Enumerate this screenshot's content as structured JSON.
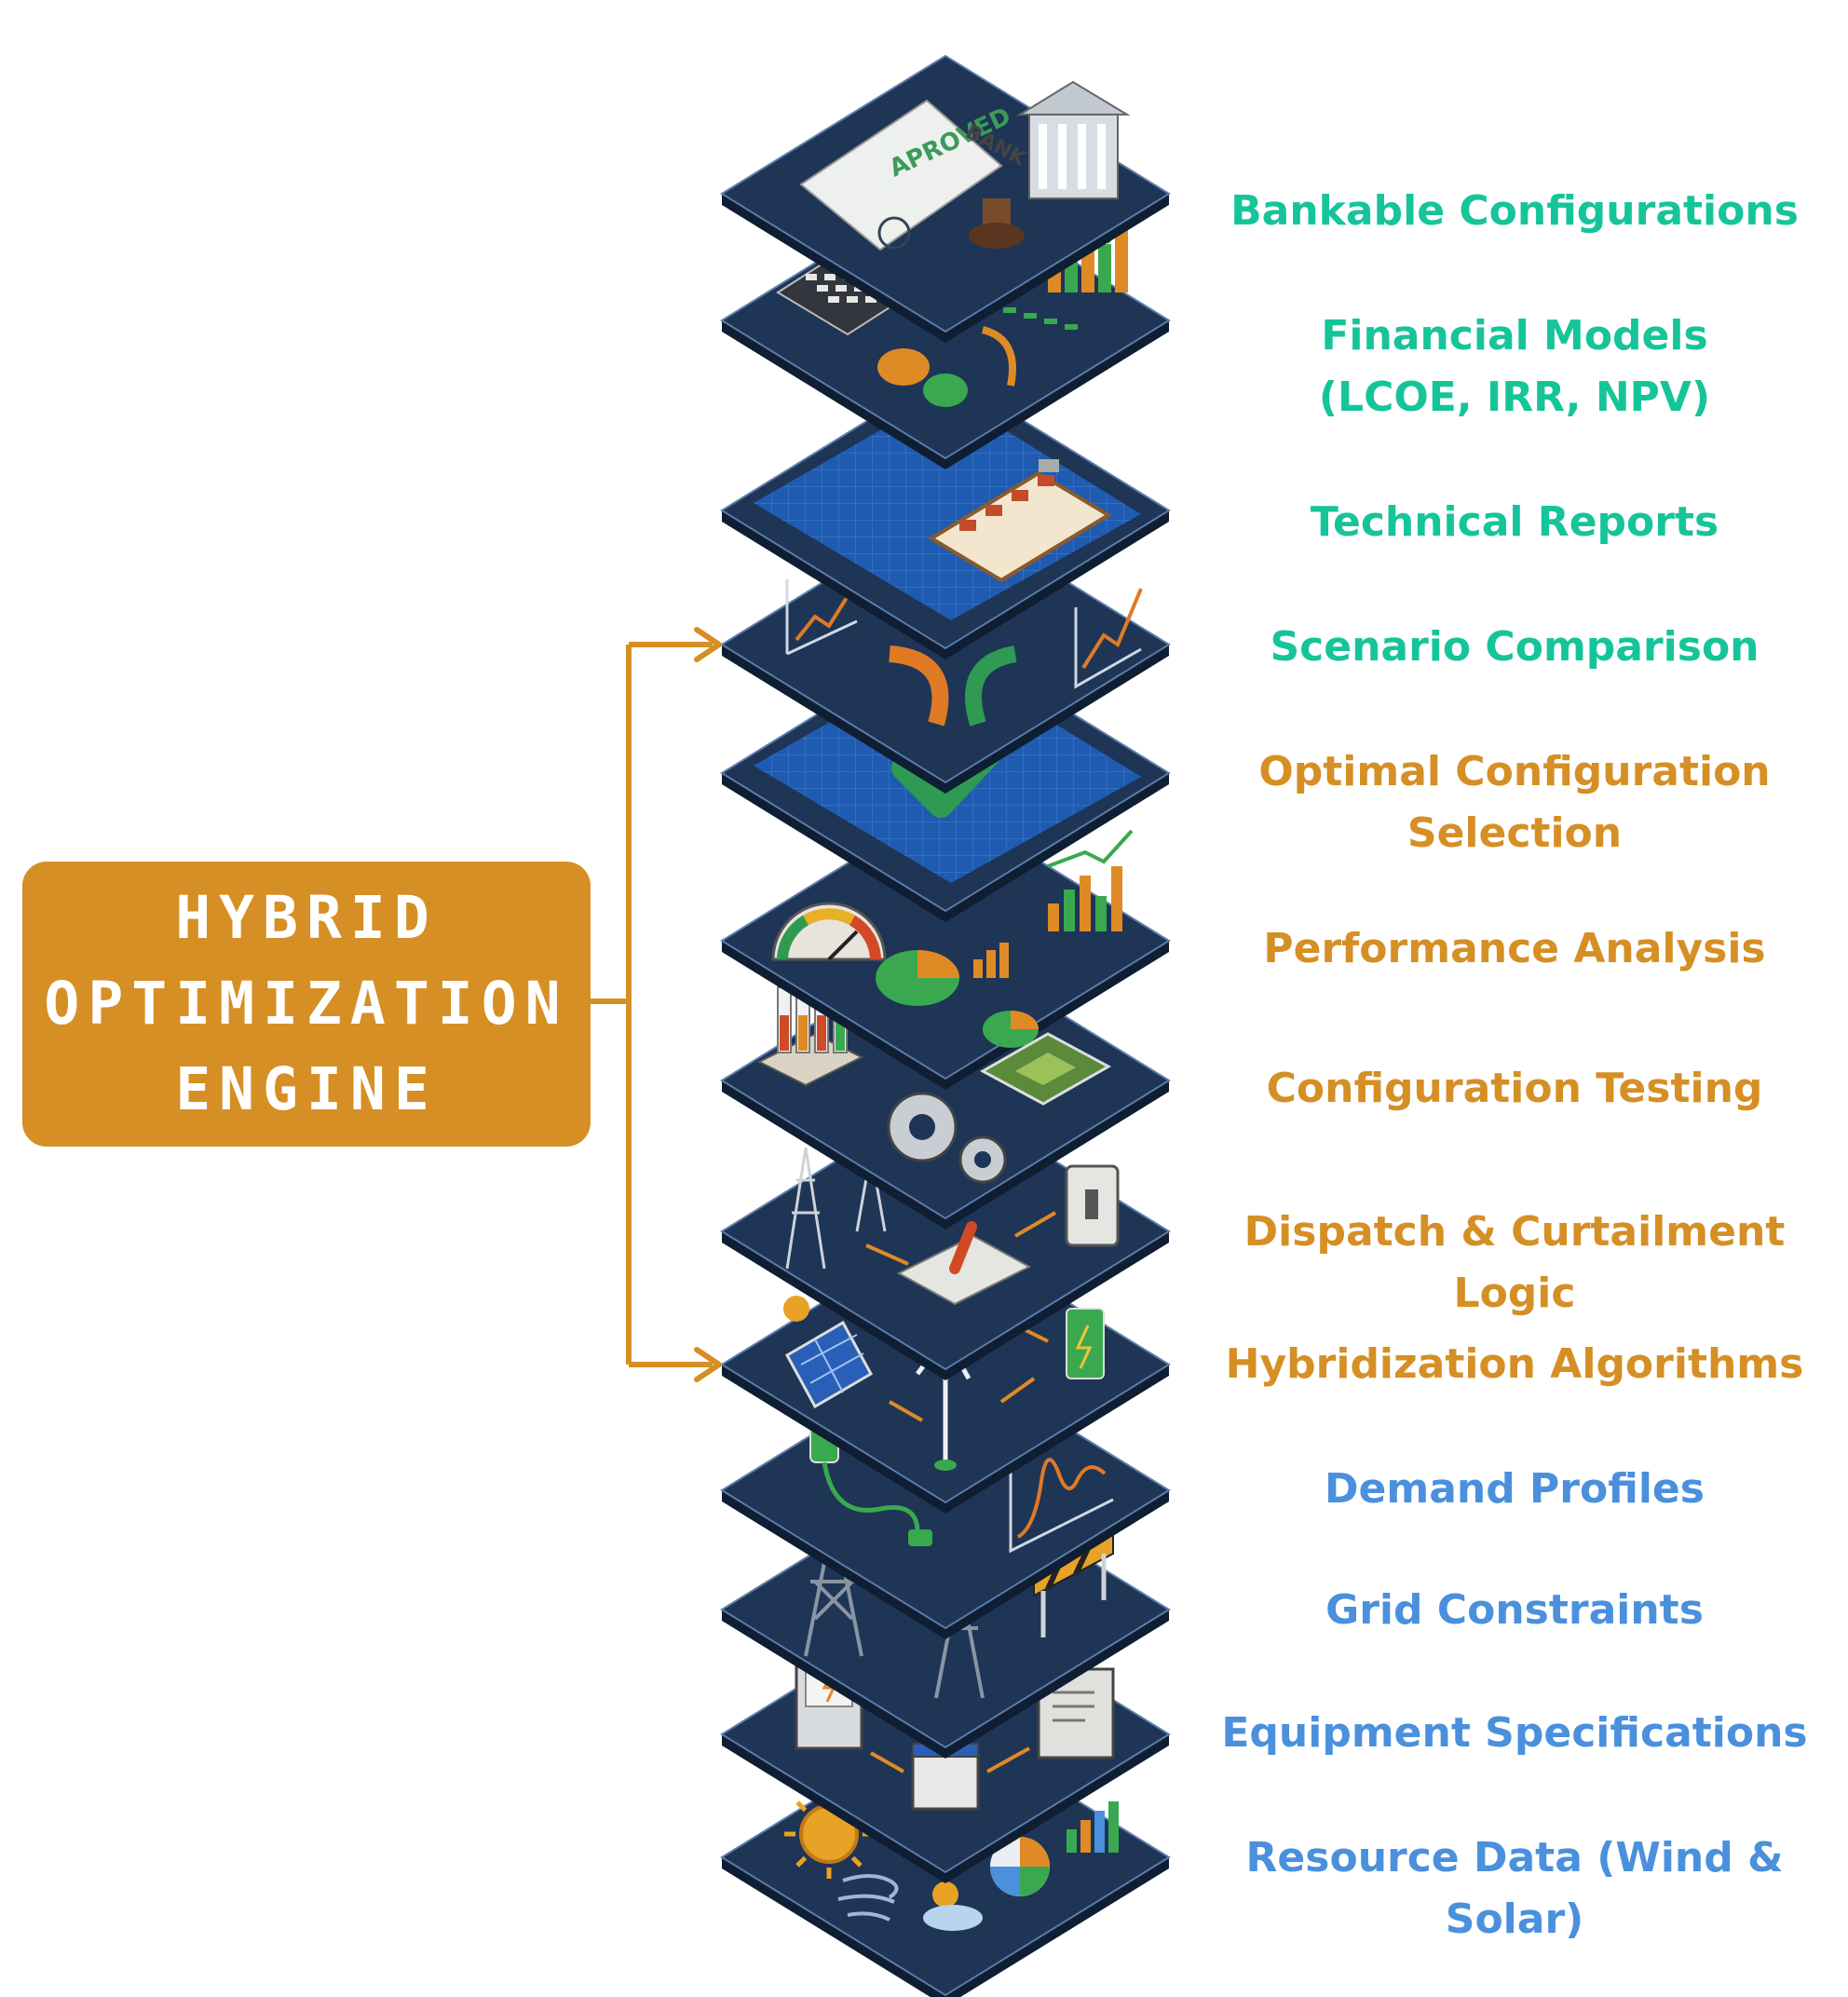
{
  "engine": {
    "title_lines": [
      "HYBRID",
      "OPTIMIZATION",
      "ENGINE"
    ]
  },
  "colors": {
    "output_text": "#16c49a",
    "engine_text": "#d58f25",
    "input_text": "#4a90dc",
    "layer_fill": "#1e3556",
    "blueprint_fill": "#1f5bb0",
    "arrow_color": "#d58f25"
  },
  "layers": [
    {
      "label_lines": [
        "Bankable Configurations"
      ],
      "category": "output",
      "icons": [
        "approved-document-icon",
        "bank-building-icon",
        "stamp-icon"
      ],
      "stamp_text": "APROVED",
      "bank_text": "BANK"
    },
    {
      "label_lines": [
        "Financial Models",
        "(LCOE, IRR, NPV)"
      ],
      "category": "output",
      "icons": [
        "calculator-icon",
        "bar-chart-icon",
        "coins-icon"
      ]
    },
    {
      "label_lines": [
        "Technical Reports"
      ],
      "category": "output",
      "icons": [
        "blueprint-icon",
        "clipboard-icon"
      ]
    },
    {
      "label_lines": [
        "Scenario Comparison"
      ],
      "category": "output",
      "icons": [
        "line-chart-icon",
        "curved-arrows-icon"
      ]
    },
    {
      "label_lines": [
        "Optimal Configuration",
        "Selection"
      ],
      "category": "engine",
      "icons": [
        "blueprint-icon",
        "checkmark-icon"
      ]
    },
    {
      "label_lines": [
        "Performance Analysis"
      ],
      "category": "engine",
      "icons": [
        "gauge-icon",
        "pie-chart-icon",
        "bar-chart-icon"
      ]
    },
    {
      "label_lines": [
        "Configuration Testing"
      ],
      "category": "engine",
      "icons": [
        "test-tubes-icon",
        "gears-icon",
        "microchip-icon"
      ]
    },
    {
      "label_lines": [
        "Dispatch & Curtailment Logic"
      ],
      "category": "engine",
      "icons": [
        "power-tower-icon",
        "switch-icon",
        "wall-switch-icon"
      ]
    },
    {
      "label_lines": [
        "Hybridization Algorithms"
      ],
      "category": "engine",
      "icons": [
        "solar-panel-icon",
        "wind-turbine-icon",
        "battery-icon"
      ]
    },
    {
      "label_lines": [
        "Demand Profiles"
      ],
      "category": "input",
      "icons": [
        "plug-icon",
        "demand-curve-icon"
      ]
    },
    {
      "label_lines": [
        "Grid Constraints"
      ],
      "category": "input",
      "icons": [
        "transmission-tower-icon",
        "barrier-icon"
      ]
    },
    {
      "label_lines": [
        "Equipment Specifications"
      ],
      "category": "input",
      "icons": [
        "inverter-icon",
        "battery-unit-icon",
        "cabinet-icon"
      ]
    },
    {
      "label_lines": [
        "Resource Data (Wind & Solar)"
      ],
      "category": "input",
      "icons": [
        "sun-icon",
        "wind-icon",
        "sun-cloud-icon",
        "pie-chart-icon",
        "bar-chart-icon"
      ]
    }
  ]
}
